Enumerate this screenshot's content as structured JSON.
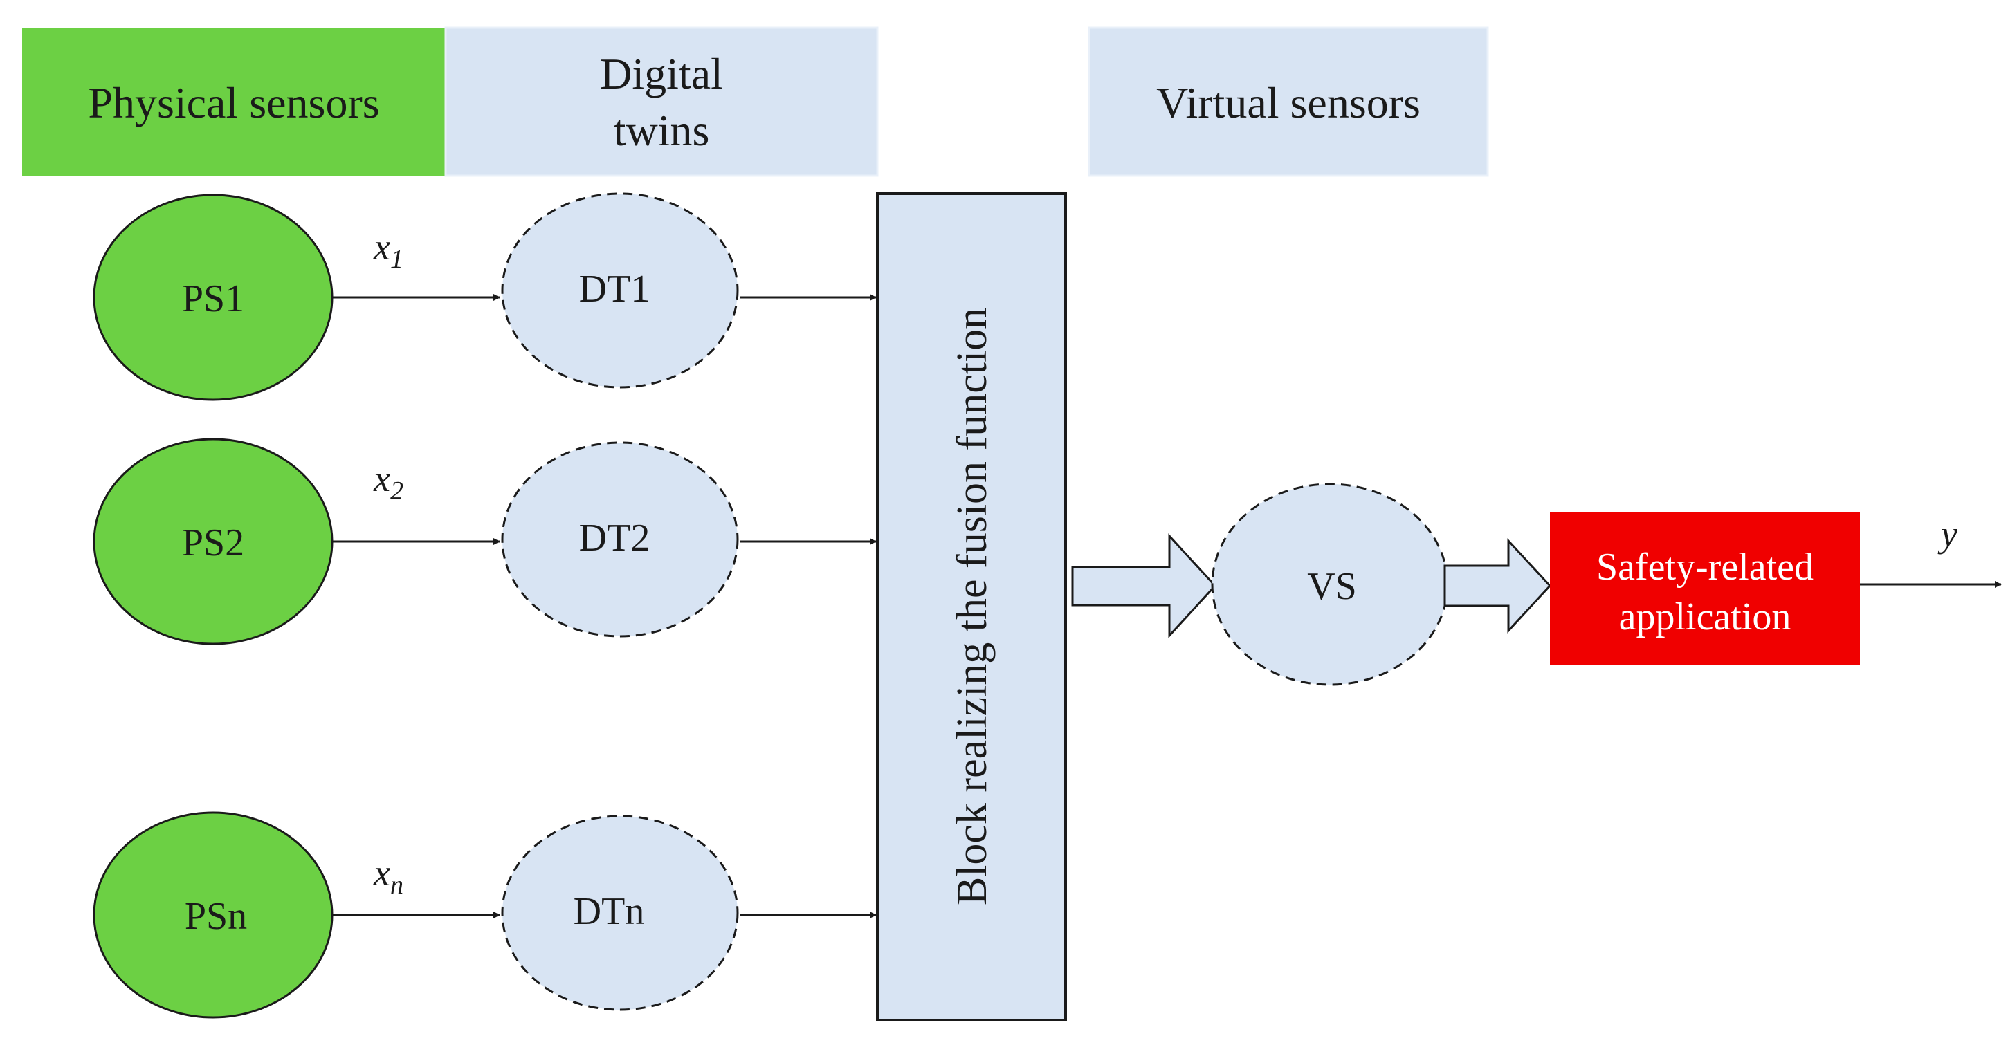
{
  "headers": {
    "physical": "Physical sensors",
    "digital_line1": "Digital",
    "digital_line2": "twins",
    "virtual": "Virtual sensors"
  },
  "physical_sensors": [
    "PS1",
    "PS2",
    "PSn"
  ],
  "digital_twins": [
    "DT1",
    "DT2",
    "DTn"
  ],
  "signals": [
    {
      "base": "x",
      "sub": "1"
    },
    {
      "base": "x",
      "sub": "2"
    },
    {
      "base": "x",
      "sub": "n"
    }
  ],
  "fusion_block": "Block realizing the fusion function",
  "virtual_sensor": "VS",
  "application": {
    "line1": "Safety-related",
    "line2": "application"
  },
  "output": "y",
  "colors": {
    "physical": "#6cd044",
    "twin": "#d8e4f3",
    "application": "#f00000",
    "stroke": "#1a1a1a"
  }
}
